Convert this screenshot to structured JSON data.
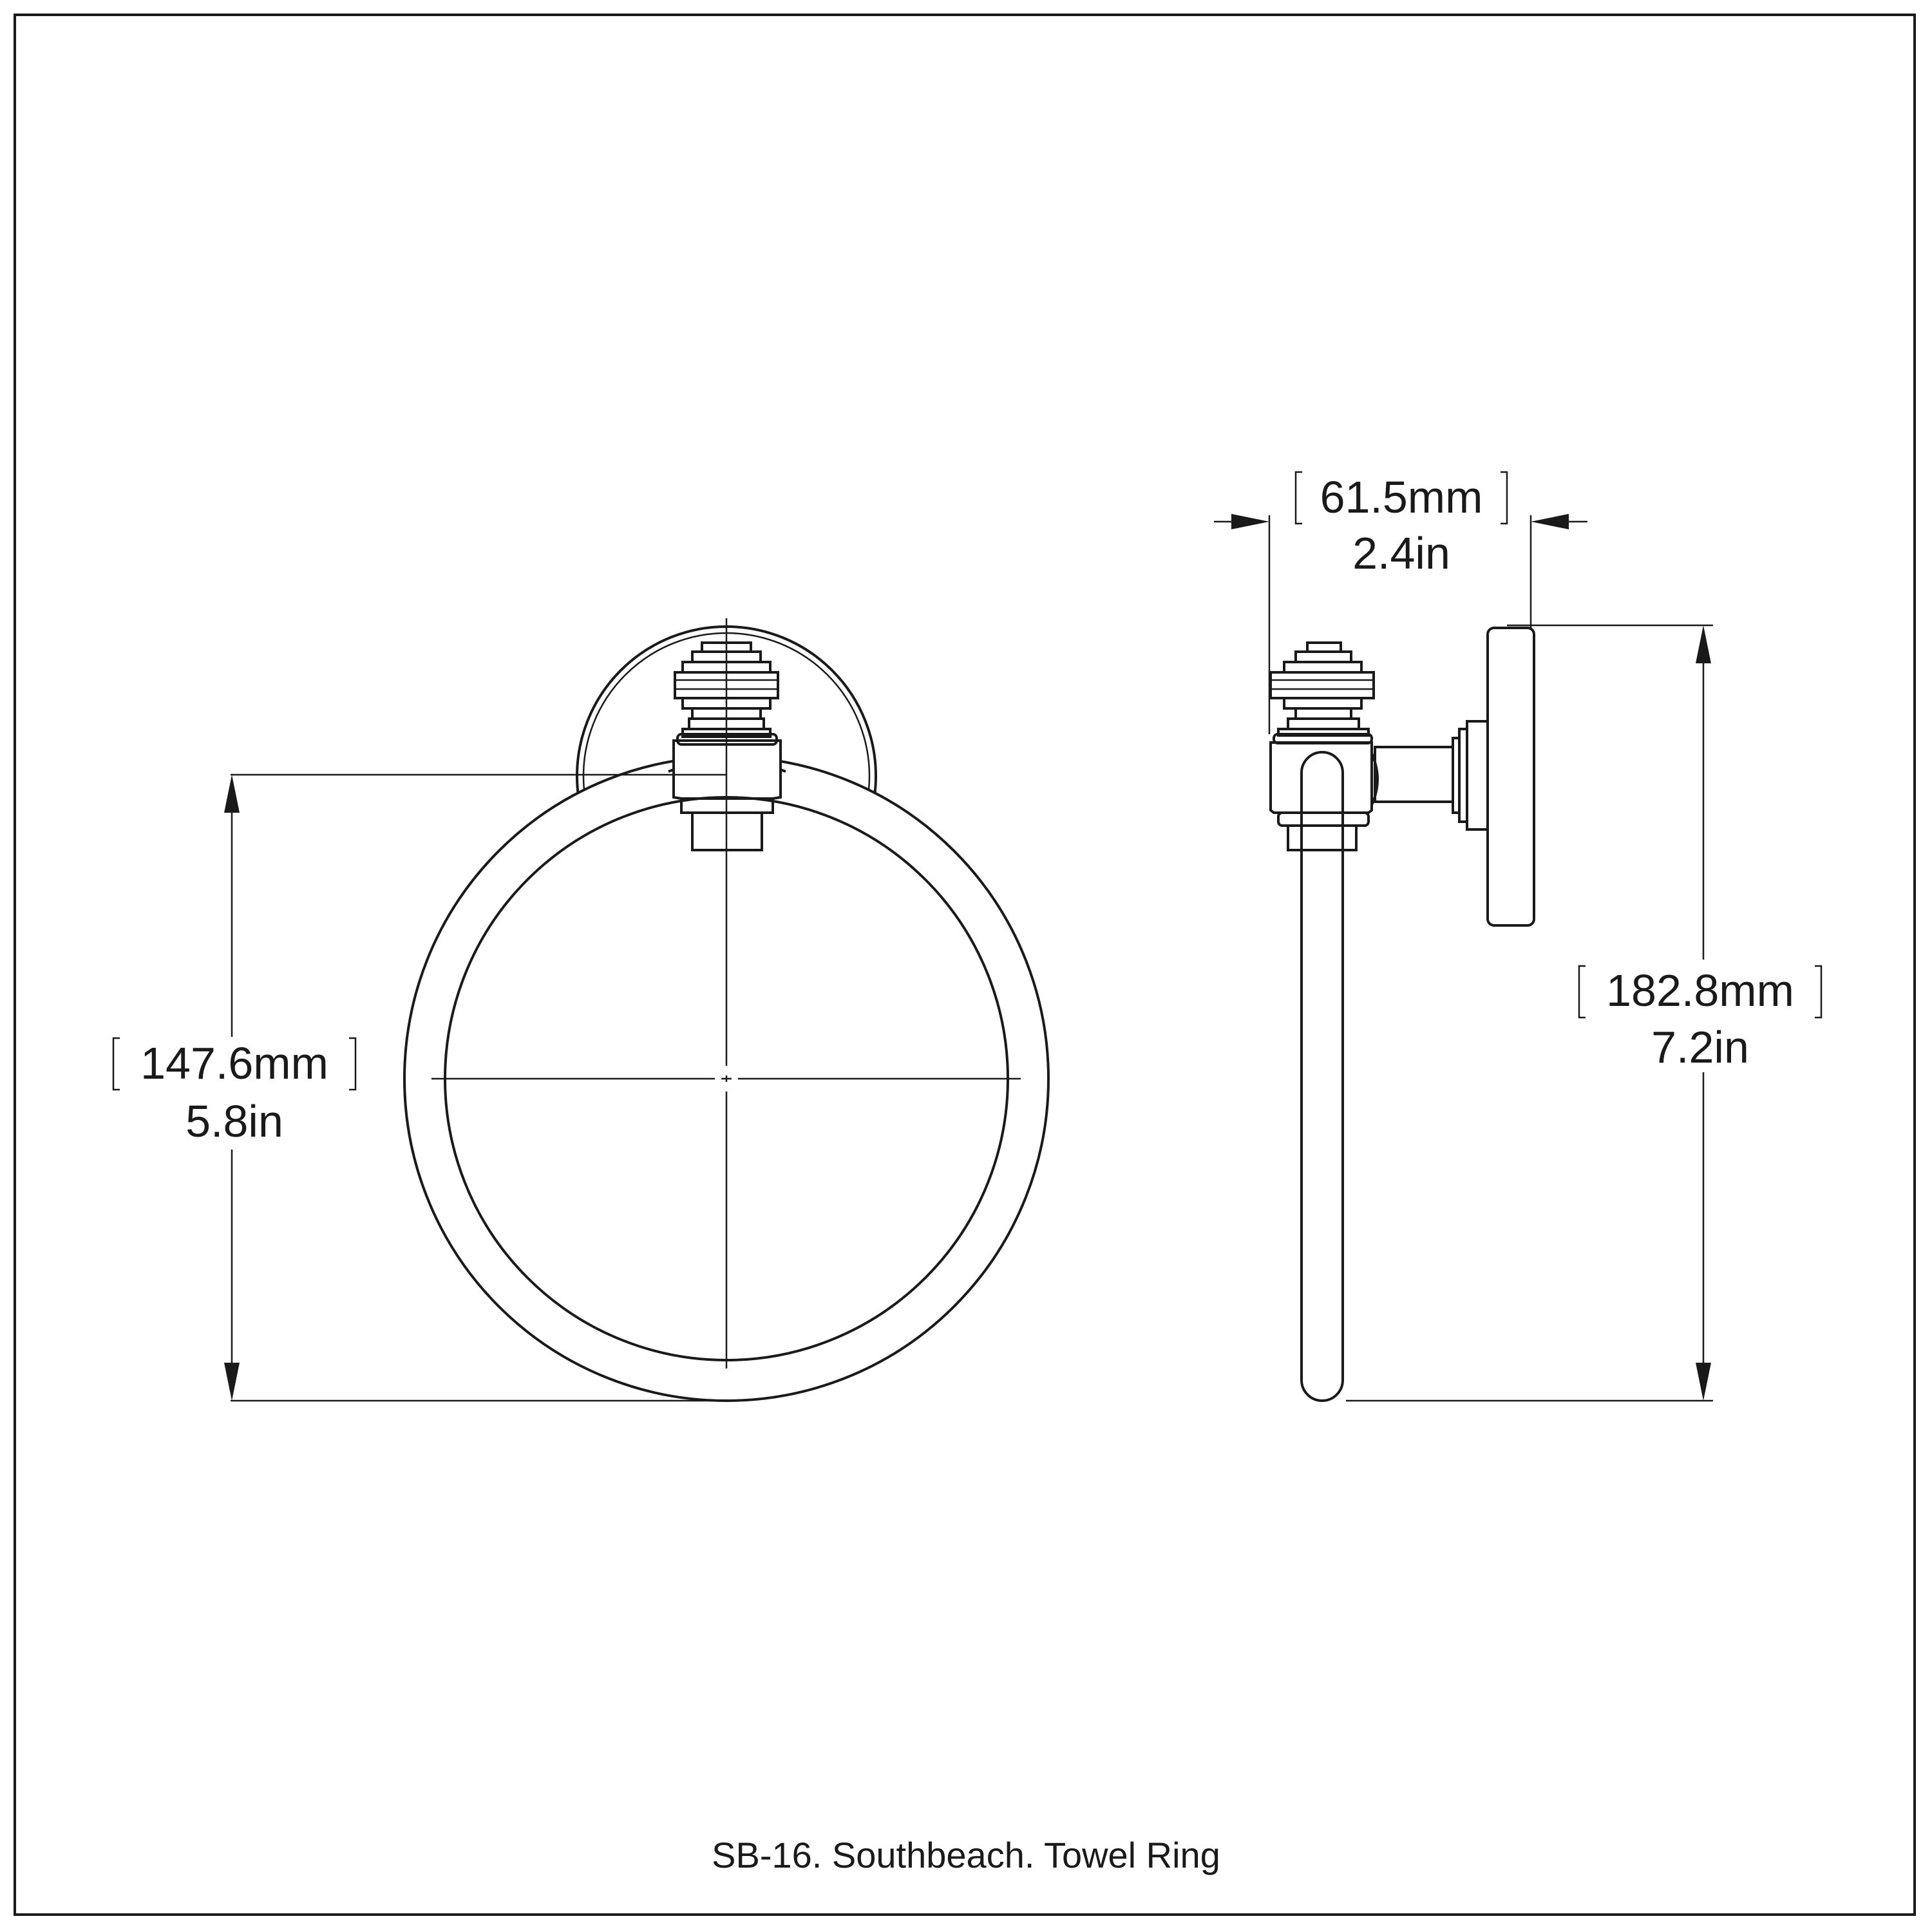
{
  "caption": "SB-16. Southbeach. Towel Ring",
  "dimensions": {
    "ring_height": {
      "mm": "147.6mm",
      "in": "5.8in"
    },
    "projection": {
      "mm": "61.5mm",
      "in": "2.4in"
    },
    "overall_height": {
      "mm": "182.8mm",
      "in": "7.2in"
    }
  }
}
